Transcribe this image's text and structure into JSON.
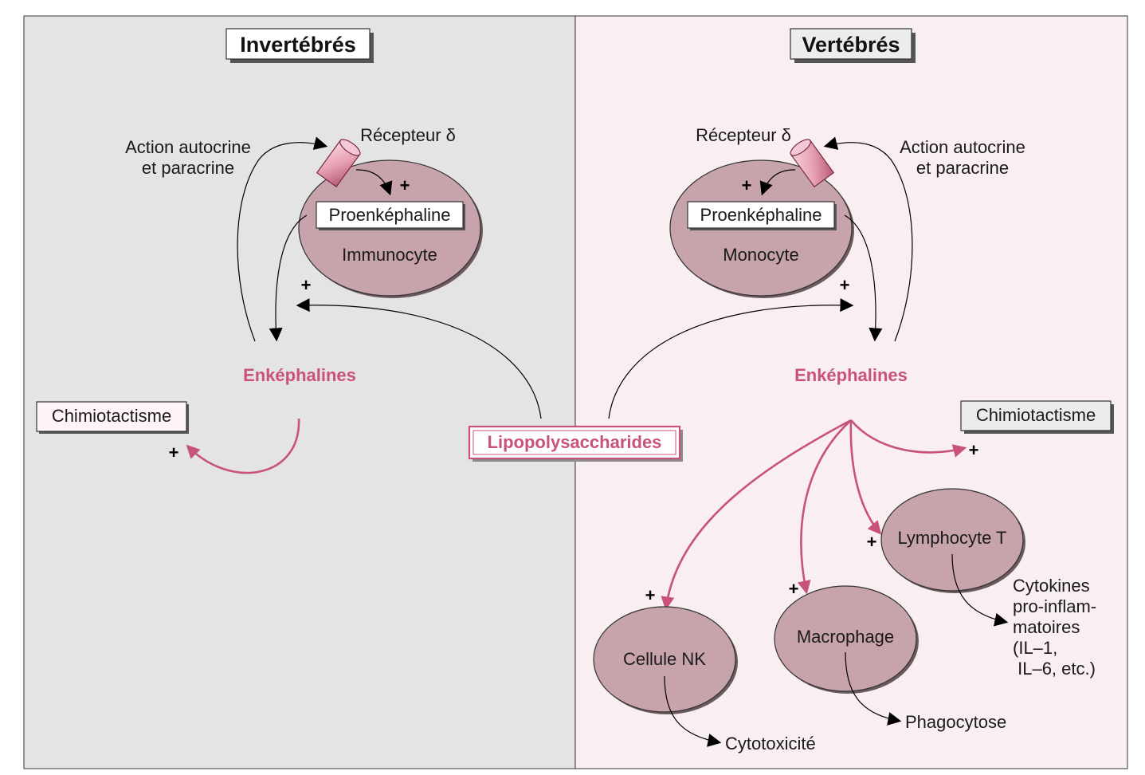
{
  "colors": {
    "left_panel": "#e4e4e4",
    "right_panel": "#f9eef0",
    "cell_fill": "#c7a4ac",
    "accent_pink": "#c8527a",
    "receptor_pink": "#e8a2b4"
  },
  "left": {
    "title": "Invertébrés",
    "receptor_label": "Récepteur δ",
    "action_line1": "Action autocrine",
    "action_line2": "et paracrine",
    "precursor": "Proenképhaline",
    "cell": "Immunocyte",
    "enkephalines": "Enképhalines",
    "chemotaxis": "Chimiotactisme"
  },
  "right": {
    "title": "Vertébrés",
    "receptor_label": "Récepteur δ",
    "action_line1": "Action autocrine",
    "action_line2": "et paracrine",
    "precursor": "Proenképhaline",
    "cell": "Monocyte",
    "enkephalines": "Enképhalines",
    "chemotaxis": "Chimiotactisme",
    "targets": {
      "nk": "Cellule NK",
      "macrophage": "Macrophage",
      "lymphocyte": "Lymphocyte T"
    },
    "outcomes": {
      "cytotox": "Cytotoxicité",
      "phago": "Phagocytose",
      "cytokines": [
        "Cytokines",
        "pro-inflam-",
        "matoires",
        "(IL–1,",
        " IL–6, etc.)"
      ]
    }
  },
  "center": {
    "lps": "Lipopolysaccharides"
  },
  "plus": "+"
}
